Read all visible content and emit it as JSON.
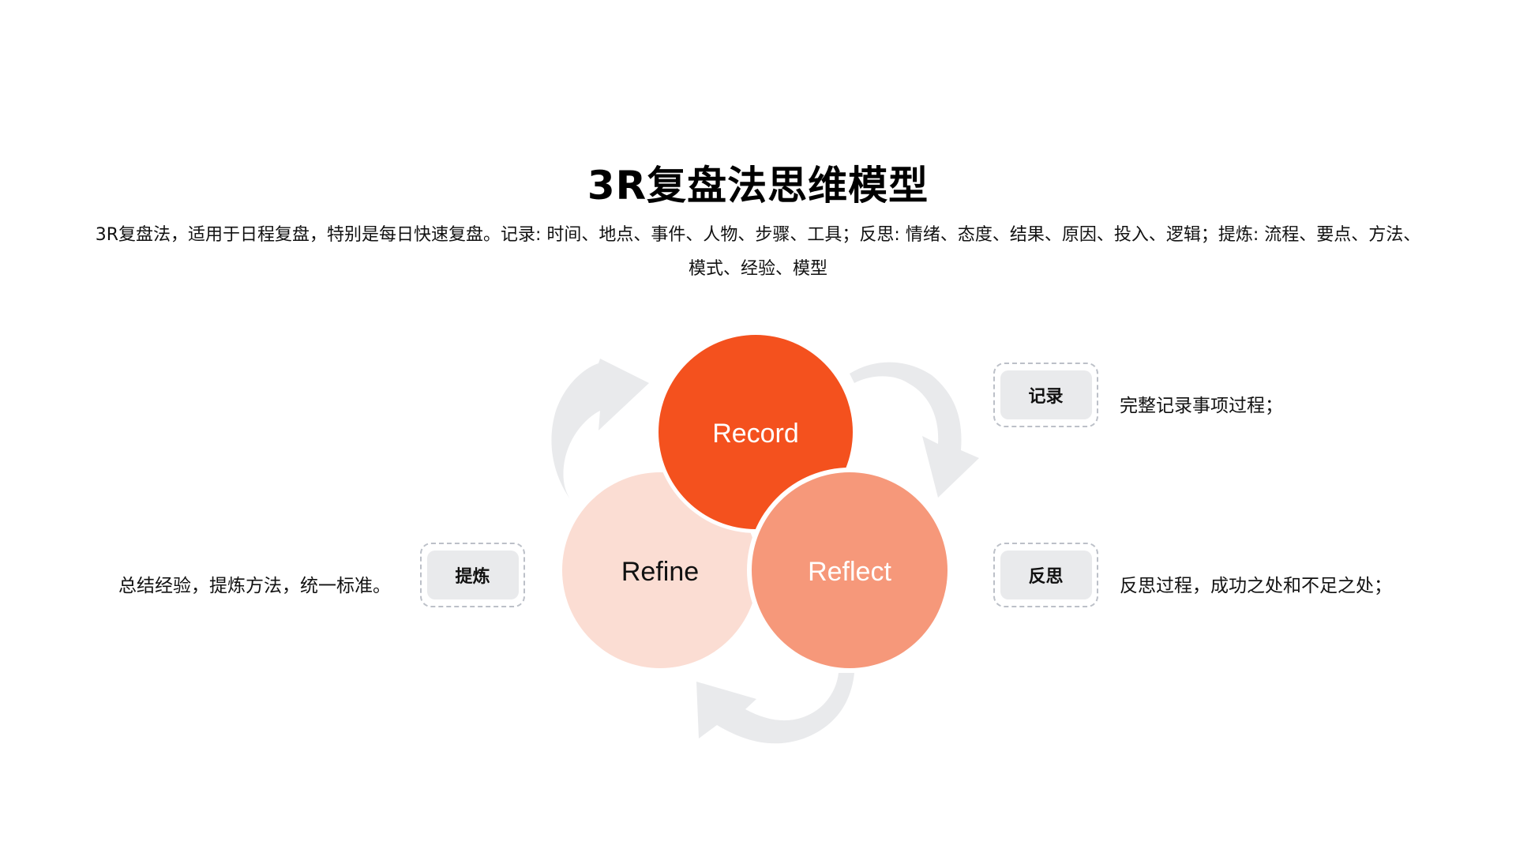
{
  "title": "3R复盘法思维模型",
  "subtitle": "3R复盘法，适用于日程复盘，特别是每日快速复盘。记录: 时间、地点、事件、人物、步骤、工具；反思: 情绪、态度、结果、原因、投入、逻辑；提炼: 流程、要点、方法、模式、经验、模型",
  "circles": [
    {
      "label": "Record",
      "color": "#F4511E",
      "text_color": "#FFFFFF"
    },
    {
      "label": "Reflect",
      "color": "#F6987A",
      "text_color": "#FFFFFF"
    },
    {
      "label": "Refine",
      "color": "#FBDDD3",
      "text_color": "#111111"
    }
  ],
  "arrow_color": "#E9EAEC",
  "labels": {
    "record": {
      "tag": "记录",
      "desc": "完整记录事项过程；"
    },
    "reflect": {
      "tag": "反思",
      "desc": "反思过程，成功之处和不足之处；"
    },
    "refine": {
      "tag": "提炼",
      "desc": "总结经验，提炼方法，统一标准。"
    }
  }
}
